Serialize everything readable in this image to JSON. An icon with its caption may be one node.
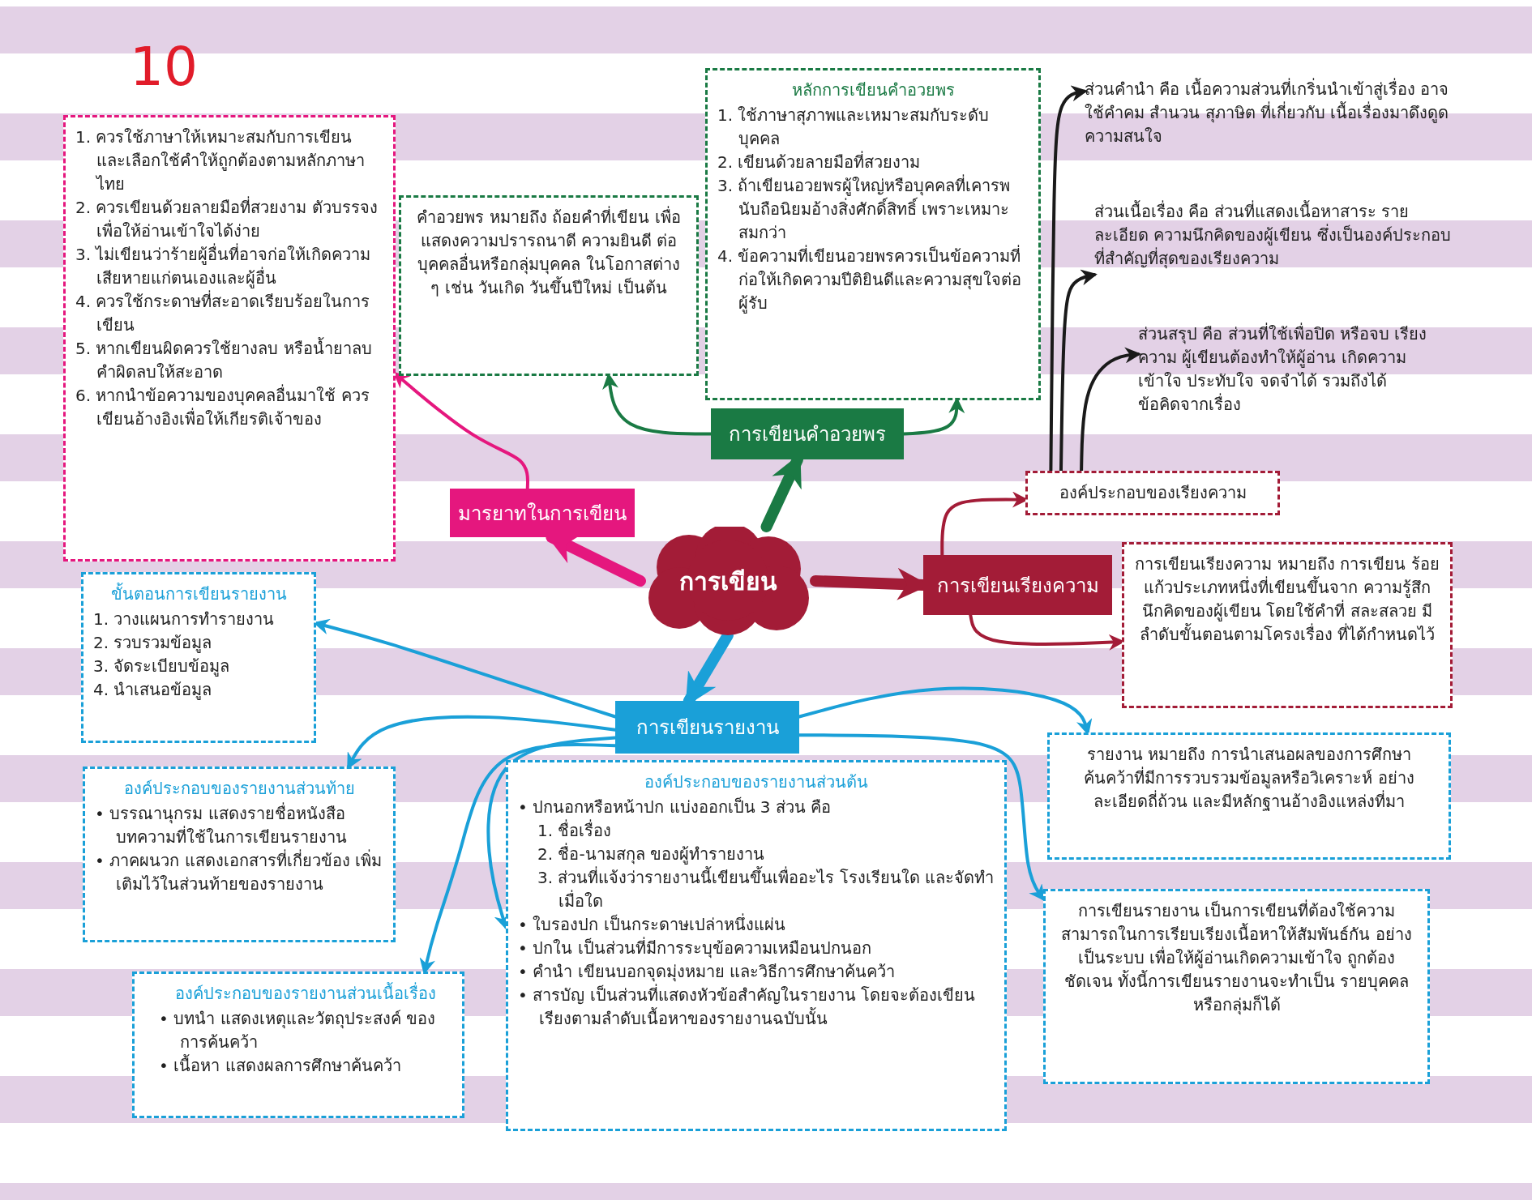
{
  "diagram": {
    "nodes": [
      {
        "text": [
          "การเขียน"
        ]
      },
      {
        "text": [
          "มารยาทในการเขียน"
        ]
      },
      {
        "text": [
          "1. ควรใช้ภาษาให้เหมาะสมกับการเขียน และเลือกใช้คำให้ถูกต้องตามหลักภาษาไทย",
          "2. ควรเขียนด้วยลายมือที่สวยงาม ตัวบรรจง เพื่อให้อ่านเข้าใจได้ง่าย",
          "3. ไม่เขียนว่าร้ายผู้อื่นที่อาจก่อให้เกิดความเสียหายแก่ตนเองและผู้อื่น",
          "4. ควรใช้กระดาษที่สะอาดเรียบร้อยในการเขียน",
          "5. หากเขียนผิดควรใช้ยางลบ หรือน้ำยาลบคำผิดลบให้สะอาด",
          "6. หากนำข้อความของบุคคลอื่นมาใช้ ควรเขียนอ้างอิงเพื่อให้เกียรติเจ้าของ"
        ]
      },
      {
        "text": [
          "คำอวยพร หมายถึง ถ้อยคำที่เขียน เพื่อแสดงความปรารถนาดี ความยินดี ต่อบุคคลอื่นหรือกลุ่มบุคคล ในโอกาสต่าง ๆ เช่น วันเกิด วันขึ้นปีใหม่ เป็นต้น"
        ]
      },
      {
        "text": [
          "การเขียนคำอวยพร"
        ]
      },
      {
        "text": [
          "หลักการเขียนคำอวยพร",
          "1. ใช้ภาษาสุภาพและเหมาะสมกับระดับบุคคล",
          "2. เขียนด้วยลายมือที่สวยงาม",
          "3. ถ้าเขียนอวยพรผู้ใหญ่หรือบุคคลที่เคารพนับถือนิยมอ้างสิ่งศักดิ์สิทธิ์ เพราะเหมาะสมกว่า",
          "4. ข้อความที่เขียนอวยพรควรเป็นข้อความที่ก่อให้เกิดความปีติยินดีและความสุขใจต่อผู้รับ"
        ]
      },
      {
        "text": [
          "การเขียนเรียงความ"
        ]
      },
      {
        "text": [
          "องค์ประกอบของเรียงความ"
        ]
      },
      {
        "text": [
          "ส่วนคำนำ คือ เนื้อความส่วนที่เกริ่นนำเข้าสู่เรื่อง อาจใช้คำคม สำนวน สุภาษิต ที่เกี่ยวกับ เนื้อเรื่องมาดึงดูดความสนใจ"
        ]
      },
      {
        "text": [
          "ส่วนเนื้อเรื่อง คือ ส่วนที่แสดงเนื้อหาสาระ รายละเอียด ความนึกคิดของผู้เขียน ซึ่งเป็นองค์ประกอบที่สำคัญที่สุดของเรียงความ"
        ]
      },
      {
        "text": [
          "ส่วนสรุป คือ ส่วนที่ใช้เพื่อปิด หรือจบ เรียงความ ผู้เขียนต้องทำให้ผู้อ่าน เกิดความเข้าใจ ประทับใจ จดจำได้ รวมถึงได้ข้อคิดจากเรื่อง"
        ]
      },
      {
        "text": [
          "การเขียนเรียงความ หมายถึง การเขียน ร้อยแก้วประเภทหนึ่งที่เขียนขึ้นจาก ความรู้สึกนึกคิดของผู้เขียน โดยใช้คำที่ สละสลวย มีลำดับขั้นตอนตามโครงเรื่อง ที่ได้กำหนดไว้"
        ]
      },
      {
        "text": [
          "การเขียนรายงาน"
        ]
      },
      {
        "text": [
          "ขั้นตอนการเขียนรายงาน",
          "1. วางแผนการทำรายงาน",
          "2. รวบรวมข้อมูล",
          "3. จัดระเบียบข้อมูล",
          "4. นำเสนอข้อมูล"
        ]
      },
      {
        "text": [
          "องค์ประกอบของรายงานส่วนท้าย",
          "• บรรณานุกรม แสดงรายชื่อหนังสือ บทความที่ใช้ในการเขียนรายงาน",
          "• ภาคผนวก แสดงเอกสารที่เกี่ยวข้อง เพิ่มเติมไว้ในส่วนท้ายของรายงาน"
        ]
      },
      {
        "text": [
          "องค์ประกอบของรายงานส่วนเนื้อเรื่อง",
          "• บทนำ แสดงเหตุและวัตถุประสงค์ ของการค้นคว้า",
          "• เนื้อหา แสดงผลการศึกษาค้นคว้า"
        ]
      },
      {
        "text": [
          "องค์ประกอบของรายงานส่วนต้น",
          "• ปกนอกหรือหน้าปก แบ่งออกเป็น 3 ส่วน คือ",
          "1. ชื่อเรื่อง",
          "2. ชื่อ-นามสกุล ของผู้ทำรายงาน",
          "3. ส่วนที่แจ้งว่ารายงานนี้เขียนขึ้นเพื่ออะไร โรงเรียนใด และจัดทำเมื่อใด",
          "• ใบรองปก เป็นกระดาษเปล่าหนึ่งแผ่น",
          "• ปกใน เป็นส่วนที่มีการระบุข้อความเหมือนปกนอก",
          "• คำนำ เขียนบอกจุดมุ่งหมาย และวิธีการศึกษาค้นคว้า",
          "• สารบัญ เป็นส่วนที่แสดงหัวข้อสำคัญในรายงาน โดยจะต้องเขียนเรียงตามลำดับเนื้อหาของรายงานฉบับนั้น"
        ]
      },
      {
        "text": [
          "รายงาน หมายถึง การนำเสนอผลของการศึกษา ค้นคว้าที่มีการรวบรวมข้อมูลหรือวิเคราะห์ อย่างละเอียดถี่ถ้วน และมีหลักฐานอ้างอิงแหล่งที่มา"
        ]
      },
      {
        "text": [
          "การเขียนรายงาน เป็นการเขียนที่ต้องใช้ความ สามารถในการเรียบเรียงเนื้อหาให้สัมพันธ์กัน อย่างเป็นระบบ เพื่อให้ผู้อ่านเกิดความเข้าใจ ถูกต้องชัดเจน ทั้งนี้การเขียนรายงานจะทำเป็น รายบุคคลหรือกลุ่มก็ได้"
        ]
      }
    ],
    "edges": [
      {
        "from": 0,
        "to": 1,
        "arrow": "to",
        "style": "thick",
        "color": "#e5177e"
      },
      {
        "from": 0,
        "to": 4,
        "arrow": "to",
        "style": "thick",
        "color": "#1a7a44"
      },
      {
        "from": 0,
        "to": 6,
        "arrow": "to",
        "style": "thick",
        "color": "#a31c37"
      },
      {
        "from": 0,
        "to": 12,
        "arrow": "to",
        "style": "thick",
        "color": "#1aa0d8"
      },
      {
        "from": 1,
        "to": 2,
        "arrow": "to",
        "color": "#e5177e"
      },
      {
        "from": 4,
        "to": 3,
        "arrow": "to",
        "color": "#1a7a44"
      },
      {
        "from": 4,
        "to": 5,
        "arrow": "to",
        "color": "#1a7a44"
      },
      {
        "from": 6,
        "to": 7,
        "arrow": "to",
        "color": "#a31c37"
      },
      {
        "from": 6,
        "to": 11,
        "arrow": "to",
        "color": "#a31c37"
      },
      {
        "from": 7,
        "to": 8,
        "arrow": "to",
        "color": "#1a1a1a"
      },
      {
        "from": 7,
        "to": 9,
        "arrow": "to",
        "color": "#1a1a1a"
      },
      {
        "from": 7,
        "to": 10,
        "arrow": "to",
        "color": "#1a1a1a"
      },
      {
        "from": 12,
        "to": 13,
        "arrow": "to",
        "color": "#1aa0d8"
      },
      {
        "from": 12,
        "to": 14,
        "arrow": "to",
        "color": "#1aa0d8"
      },
      {
        "from": 12,
        "to": 15,
        "arrow": "to",
        "color": "#1aa0d8"
      },
      {
        "from": 12,
        "to": 16,
        "arrow": "to",
        "color": "#1aa0d8"
      },
      {
        "from": 12,
        "to": 17,
        "arrow": "to",
        "color": "#1aa0d8"
      },
      {
        "from": 12,
        "to": 18,
        "arrow": "to",
        "color": "#1aa0d8"
      }
    ],
    "labels": [
      "10"
    ]
  }
}
